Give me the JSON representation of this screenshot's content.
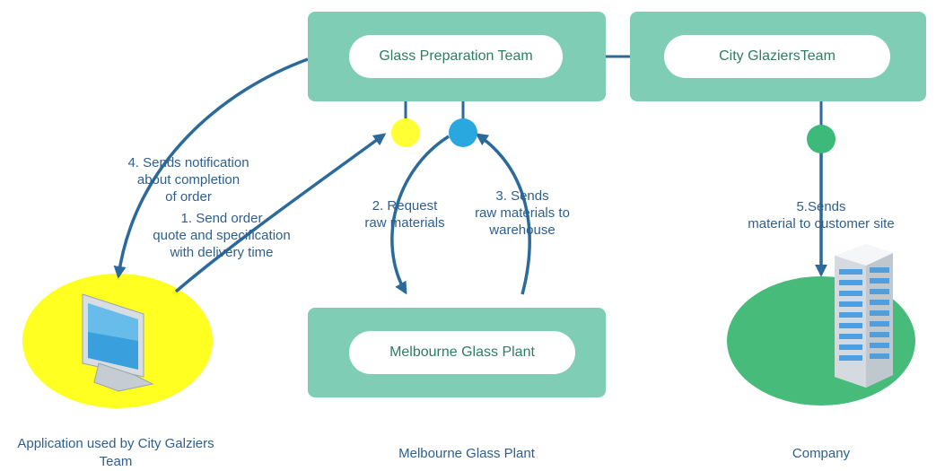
{
  "boxes": {
    "glass_prep": "Glass Preparation Team",
    "city_glaziers": "City GlaziersTeam",
    "melbourne_plant": "Melbourne Glass Plant"
  },
  "steps": {
    "step1": "1. Send order\nquote and specification\nwith delivery time",
    "step2": "2. Request\nraw materials",
    "step3": "3. Sends\nraw materials to\nwarehouse",
    "step4": "4. Sends notification\nabout completion\nof order",
    "step5": "5.Sends\nmaterial to customer site"
  },
  "captions": {
    "app": "Application used by City Galziers Team",
    "plant": "Melbourne Glass Plant",
    "company": "Company"
  },
  "icons": {
    "computer": "computer-monitor-icon",
    "building": "office-building-icon"
  },
  "colors": {
    "box": "#80cdb5",
    "arrow": "#2b6a9a",
    "dot_yellow": "#ffff33",
    "dot_blue": "#29a8e0",
    "dot_green": "#3dba7a",
    "circle_yellow": "#ffff22",
    "circle_green": "#47bb7a"
  }
}
